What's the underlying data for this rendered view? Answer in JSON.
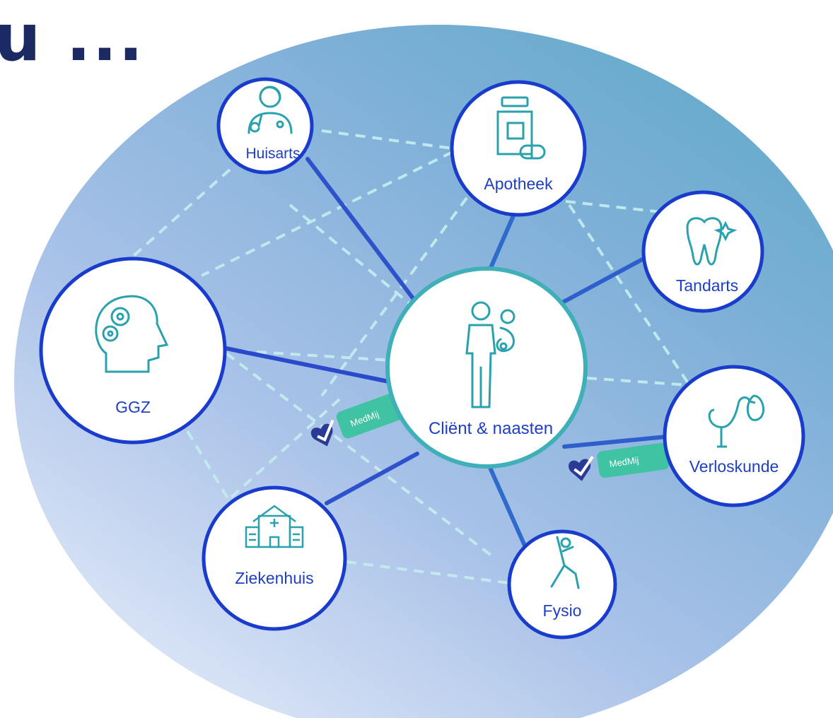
{
  "heading": "u ...",
  "center": {
    "label": "Cliënt & naasten",
    "icon": "parent-with-child-icon"
  },
  "nodes": [
    {
      "id": "huisarts",
      "label": "Huisarts",
      "icon": "doctor-icon"
    },
    {
      "id": "apotheek",
      "label": "Apotheek",
      "icon": "medicine-bottle-icon"
    },
    {
      "id": "tandarts",
      "label": "Tandarts",
      "icon": "tooth-icon"
    },
    {
      "id": "verloskunde",
      "label": "Verloskunde",
      "icon": "stork-icon"
    },
    {
      "id": "fysio",
      "label": "Fysio",
      "icon": "stretching-person-icon"
    },
    {
      "id": "ziekenhuis",
      "label": "Ziekenhuis",
      "icon": "hospital-icon"
    },
    {
      "id": "ggz",
      "label": "GGZ",
      "icon": "head-gears-icon"
    }
  ],
  "badges": [
    {
      "text": "MedMij",
      "icon": "medmij-heart-check-logo"
    },
    {
      "text": "MedMij",
      "icon": "medmij-heart-check-logo"
    }
  ],
  "colors": {
    "heading": "#1c2a63",
    "circle_border": "#1a3ccc",
    "center_border": "#3fb0b8",
    "icon": "#2aa2ae",
    "label": "#1f3fc2",
    "solid_link": "#2e56cc",
    "dashed_link": "#c3ecef",
    "badge": "#3fc3a3"
  }
}
